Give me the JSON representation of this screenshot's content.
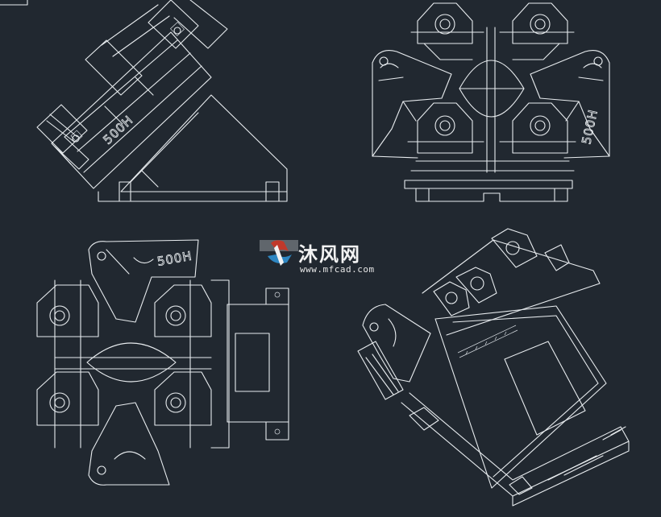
{
  "drawing": {
    "background": "#212830",
    "line_color": "#e8ecef",
    "views": [
      {
        "id": "iso-side",
        "label": "500H"
      },
      {
        "id": "front",
        "label": "500H"
      },
      {
        "id": "top",
        "label": "500H"
      },
      {
        "id": "iso-perspective",
        "label": ""
      }
    ]
  },
  "watermark": {
    "brand_cn": "沐风网",
    "url": "www.mfcad.com",
    "logo_colors": [
      "#c0392b",
      "#2e86c1"
    ]
  }
}
